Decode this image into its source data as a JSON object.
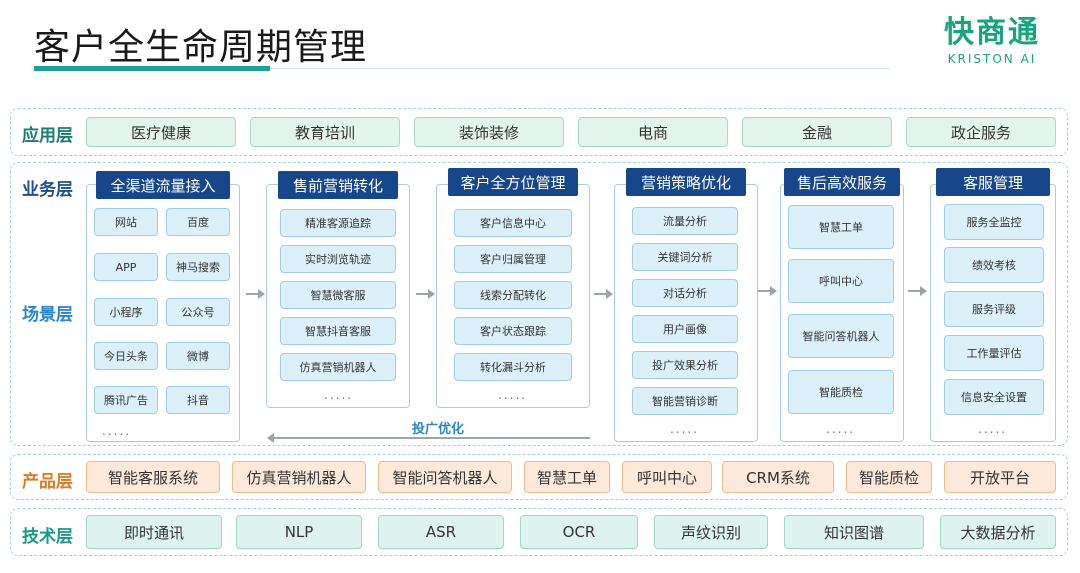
{
  "header": {
    "title": "客户全生命周期管理"
  },
  "logo": {
    "cn": "快商通",
    "en": "KRISTON AI"
  },
  "colors": {
    "accent": "#1aa394",
    "logo": "#17a47e",
    "col_head": "#17478a",
    "app_label": "#1b7d70",
    "scene_label": "#2a86c8",
    "product_label": "#e07a22",
    "tech_label": "#1a9a86"
  },
  "application": {
    "label": "应用层",
    "items": [
      "医疗健康",
      "教育培训",
      "装饰装修",
      "电商",
      "金融",
      "政企服务"
    ]
  },
  "business": {
    "label": "业务层"
  },
  "scene": {
    "label": "场景层"
  },
  "columns": [
    {
      "title": "全渠道流量接入",
      "items": [
        "网站",
        "百度",
        "APP",
        "神马搜索",
        "小程序",
        "公众号",
        "今日头条",
        "微博",
        "腾讯广告",
        "抖音"
      ],
      "more": "....."
    },
    {
      "title": "售前营销转化",
      "items": [
        "精准客源追踪",
        "实时浏览轨迹",
        "智慧微客服",
        "智慧抖音客服",
        "仿真营销机器人"
      ],
      "more": "....."
    },
    {
      "title": "客户全方位管理",
      "items": [
        "客户信息中心",
        "客户归属管理",
        "线索分配转化",
        "客户状态跟踪",
        "转化漏斗分析"
      ],
      "more": "....."
    },
    {
      "title": "营销策略优化",
      "items": [
        "流量分析",
        "关键词分析",
        "对话分析",
        "用户画像",
        "投广效果分析",
        "智能营销诊断"
      ],
      "more": "....."
    },
    {
      "title": "售后高效服务",
      "items": [
        "智慧工单",
        "呼叫中心",
        "智能问答机器人",
        "智能质检"
      ],
      "more": "....."
    },
    {
      "title": "客服管理",
      "items": [
        "服务全监控",
        "绩效考核",
        "服务评级",
        "工作量评估",
        "信息安全设置"
      ],
      "more": "....."
    }
  ],
  "feedback": {
    "label": "投广优化"
  },
  "product": {
    "label": "产品层",
    "items": [
      "智能客服系统",
      "仿真营销机器人",
      "智能问答机器人",
      "智慧工单",
      "呼叫中心",
      "CRM系统",
      "智能质检",
      "开放平台"
    ]
  },
  "tech": {
    "label": "技术层",
    "items": [
      "即时通讯",
      "NLP",
      "ASR",
      "OCR",
      "声纹识别",
      "知识图谱",
      "大数据分析"
    ]
  }
}
